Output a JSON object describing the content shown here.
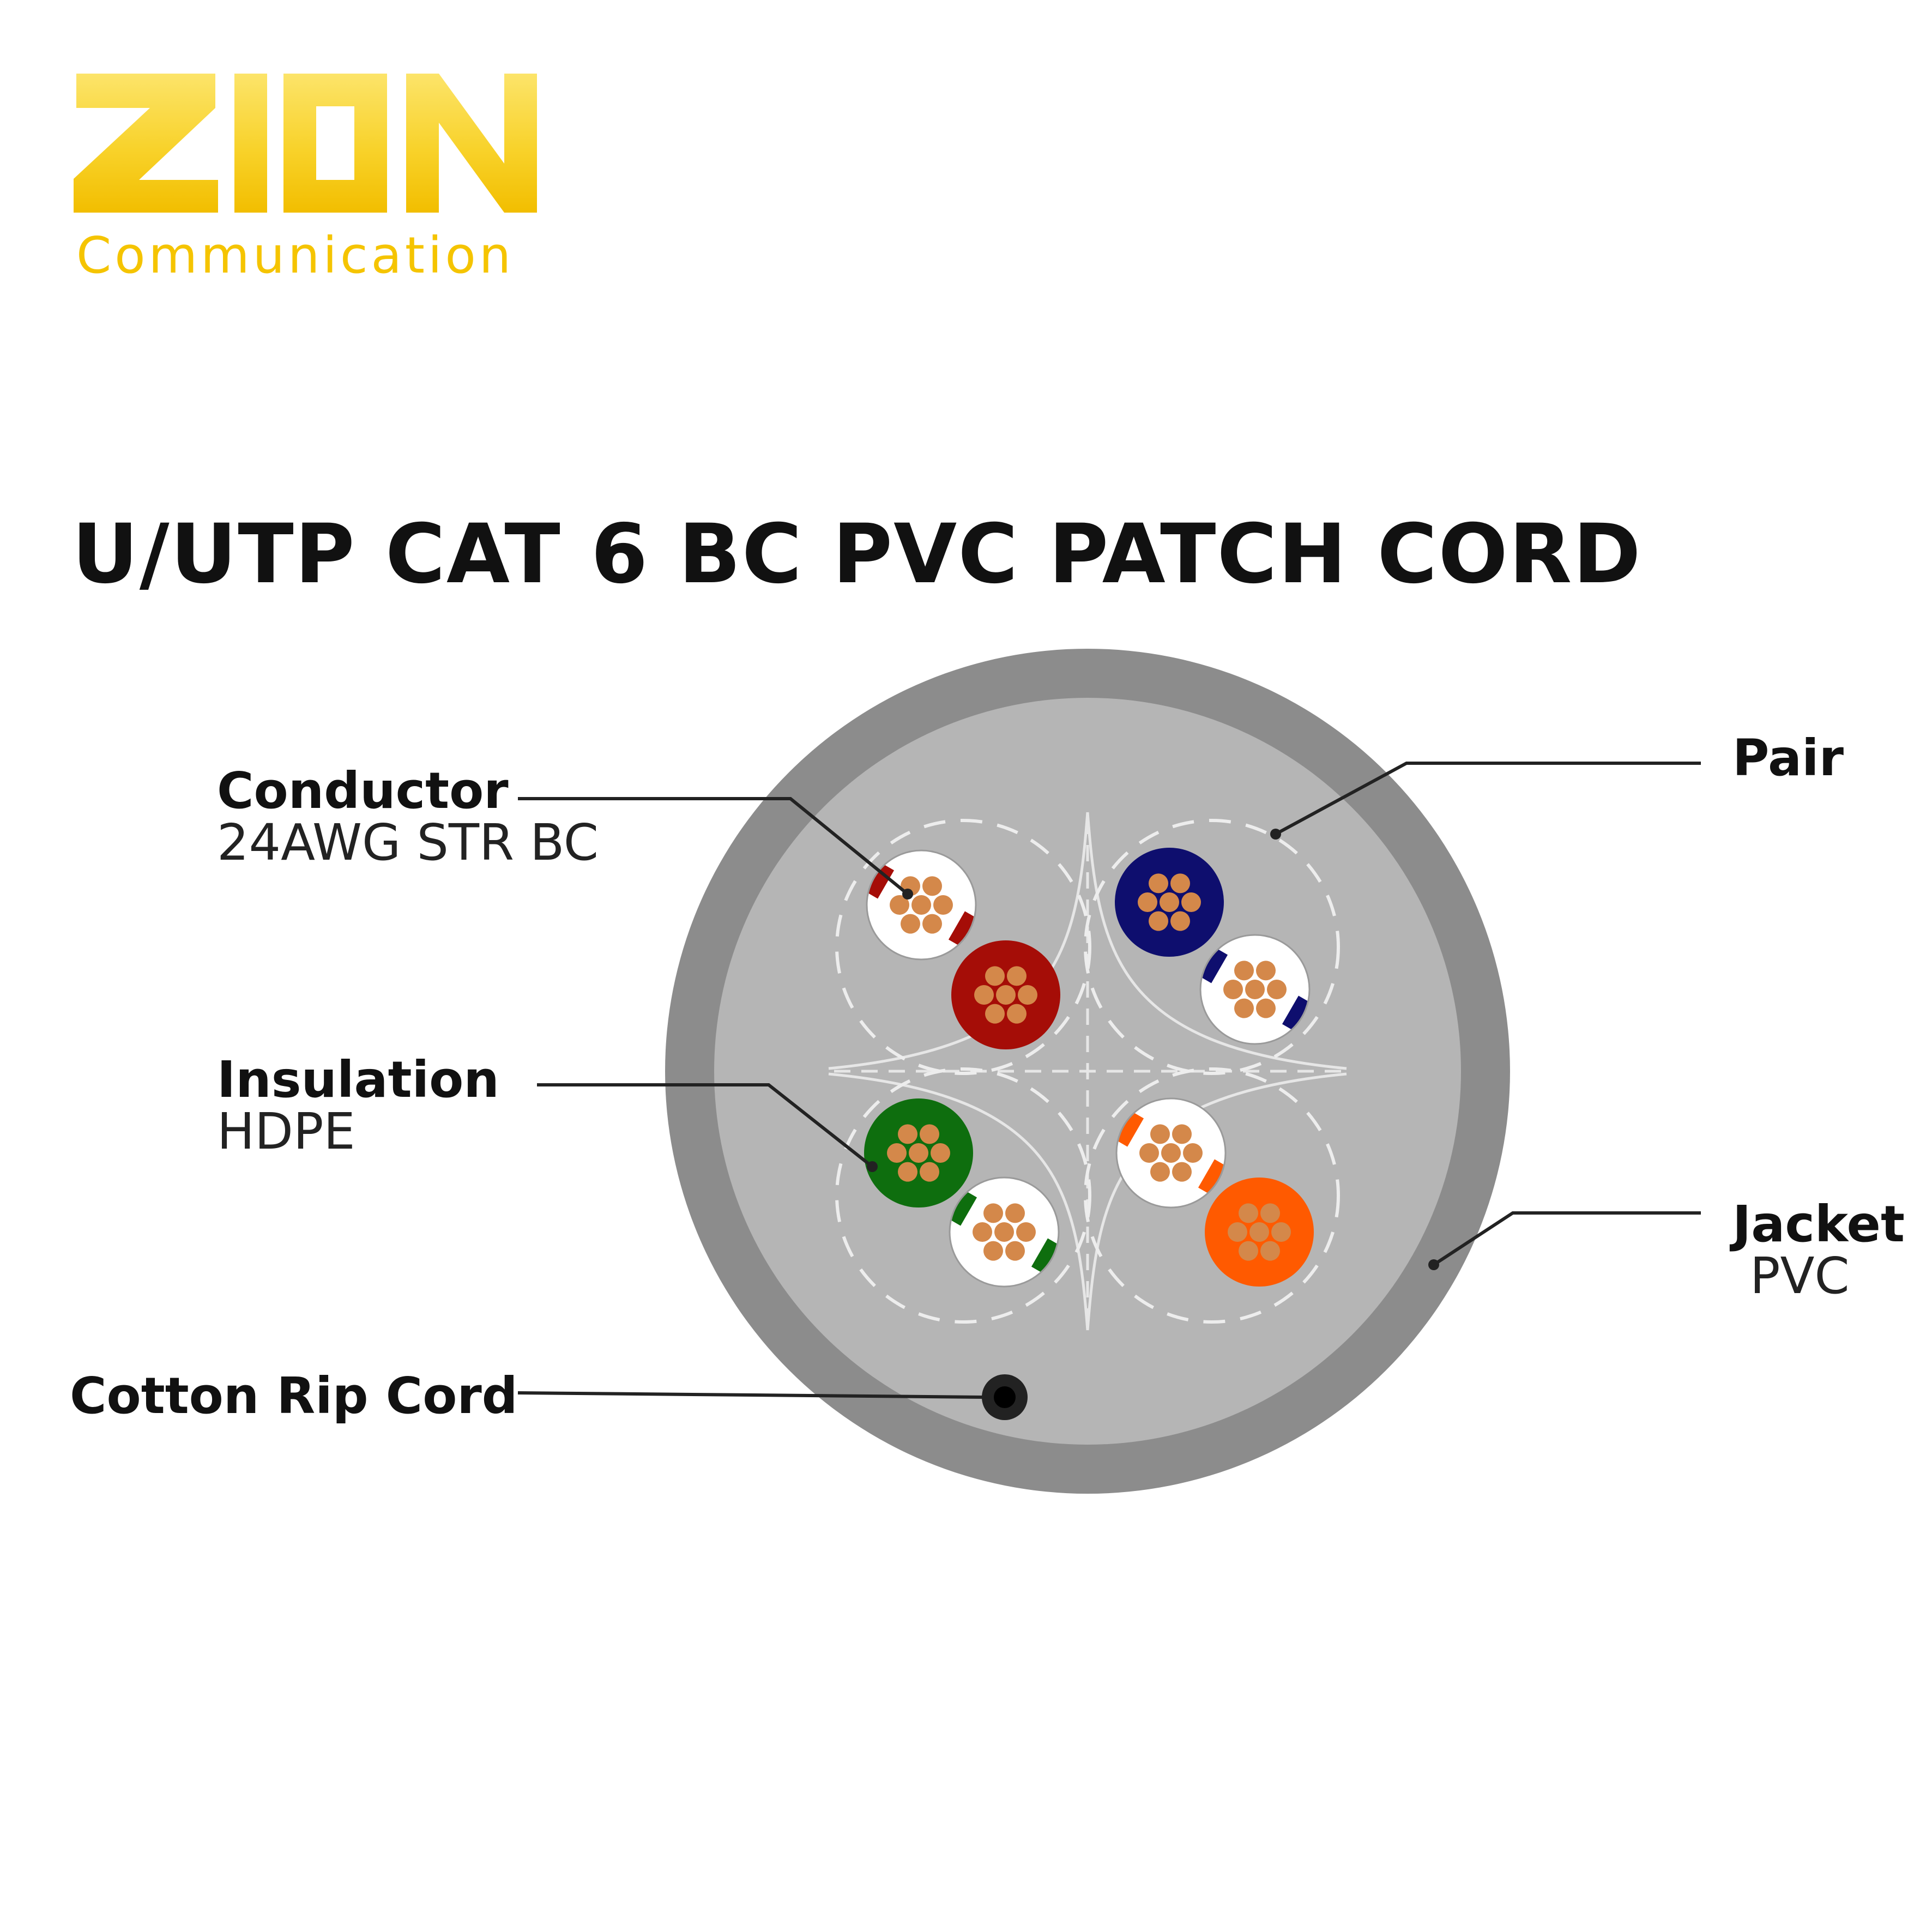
{
  "logo": {
    "brand": "ZION",
    "tagline": "Communication",
    "color": "#F5C400"
  },
  "title": "U/UTP CAT 6 BC PVC PATCH CORD",
  "labels": {
    "conductor": {
      "name": "Conductor",
      "spec": "24AWG STR BC"
    },
    "insulation": {
      "name": "Insulation",
      "spec": "HDPE"
    },
    "rip_cord": {
      "name": "Cotton Rip Cord"
    },
    "pair": {
      "name": "Pair"
    },
    "jacket": {
      "name": "Jacket",
      "spec": "PVC"
    }
  },
  "colors": {
    "jacket_outer": "#8C8C8C",
    "jacket_inner": "#B5B5B5",
    "copper": "#D4884A",
    "brown": "#A50D07",
    "blue": "#0E0E6E",
    "green": "#0E6E0E",
    "orange": "#FF5A00",
    "rip_cord": "#222222"
  },
  "pairs": [
    {
      "name": "brown pair",
      "solid": "brown",
      "stripe": "white-brown"
    },
    {
      "name": "blue pair",
      "solid": "blue",
      "stripe": "white-blue"
    },
    {
      "name": "green pair",
      "solid": "green",
      "stripe": "white-green"
    },
    {
      "name": "orange pair",
      "solid": "orange",
      "stripe": "white-orange"
    }
  ]
}
